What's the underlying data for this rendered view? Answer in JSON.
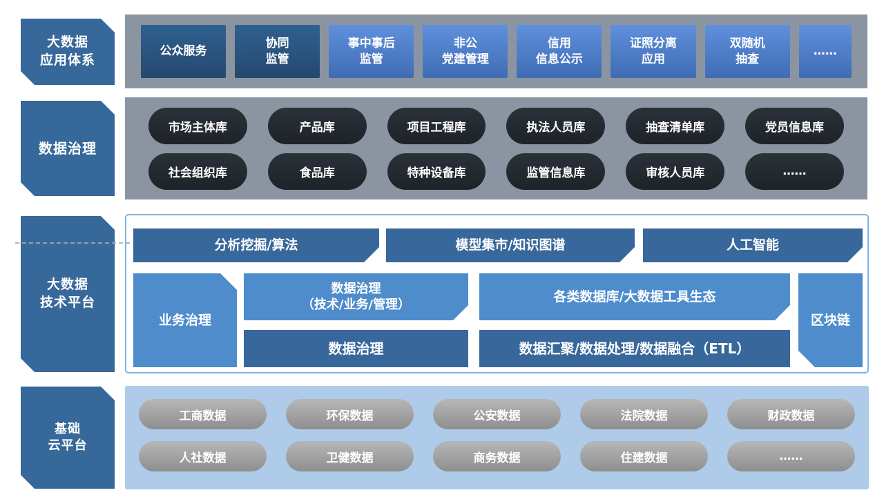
{
  "app_layer": {
    "label": "大数据\n应用体系",
    "items": [
      "公众服务",
      "协同\n监管",
      "事中事后\n监管",
      "非公\n党建管理",
      "信用\n信息公示",
      "证照分离\n应用",
      "双随机\n抽查",
      "……"
    ]
  },
  "governance_layer": {
    "label": "数据治理",
    "row1": [
      "市场主体库",
      "产品库",
      "项目工程库",
      "执法人员库",
      "抽查清单库",
      "党员信息库"
    ],
    "row2": [
      "社会组织库",
      "食品库",
      "特种设备库",
      "监管信息库",
      "审核人员库",
      "……"
    ]
  },
  "tech_layer": {
    "label": "大数据\n技术平台",
    "top_boxes": [
      "分析挖掘/算法",
      "模型集市/知识图谱",
      "人工智能"
    ],
    "left_box": "业务治理",
    "mid_top": "数据治理\n（技术/业务/管理）",
    "mid_bottom": "数据治理",
    "right_top": "各类数据库/大数据工具生态",
    "right_bottom": "数据汇聚/数据处理/数据融合（ETL）",
    "far_right": "区块链"
  },
  "cloud_layer": {
    "label": "基础\n云平台",
    "row1": [
      "工商数据",
      "环保数据",
      "公安数据",
      "法院数据",
      "财政数据"
    ],
    "row2": [
      "人社数据",
      "卫健数据",
      "商务数据",
      "住建数据",
      "……"
    ]
  },
  "colors": {
    "side_label": "#36689A",
    "panel_gray": "#8B95A2",
    "app_bright_top": "#6090DD",
    "app_bright_bottom": "#3F6CB3",
    "app_dark": "#2F6190",
    "db_pill": "#23282F",
    "tech_steel": "#38689B",
    "tech_medium_blue": "#4F8CCB",
    "tech_border": "#7EB3E3",
    "cloud_panel": "#AECBE9",
    "cloud_pill": "#9E9E9E"
  }
}
